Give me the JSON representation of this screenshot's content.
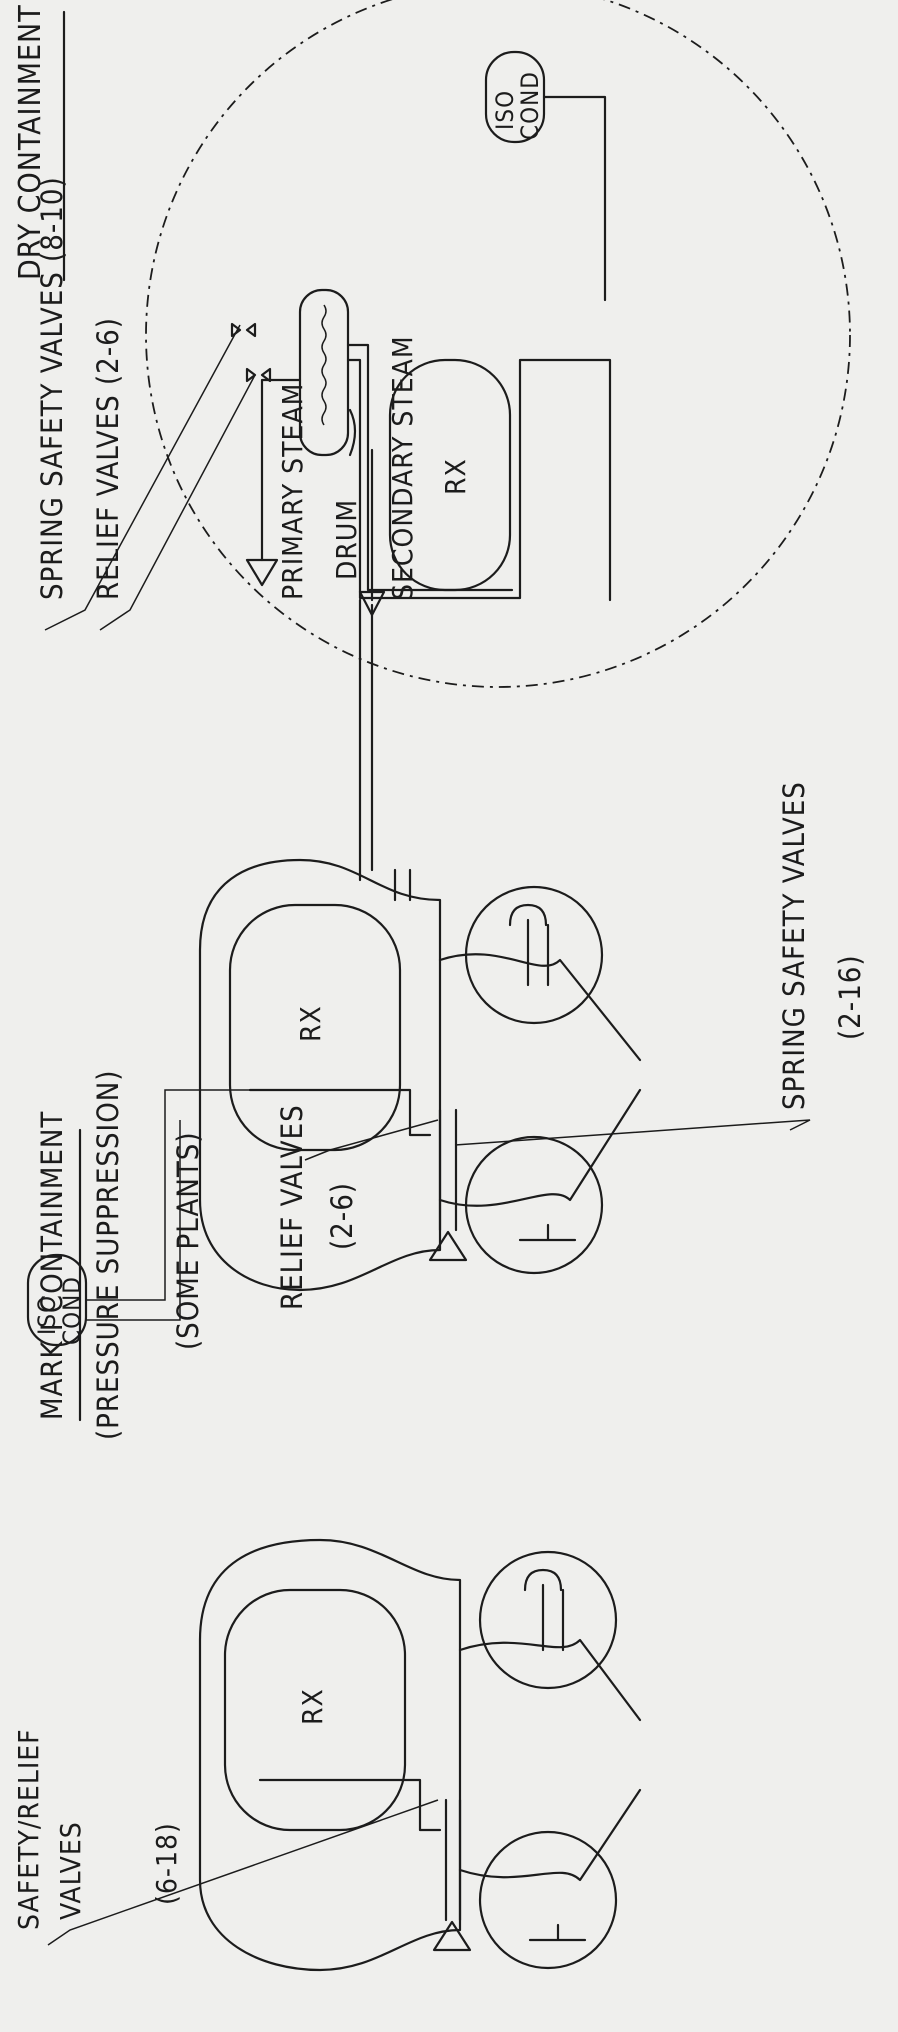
{
  "dry": {
    "title": "DRY CONTAINMENT",
    "spring_safety": "SPRING SAFETY VALVES (8-10)",
    "relief": "RELIEF VALVES (2-6)",
    "primary_steam": "PRIMARY STEAM",
    "drum": "DRUM",
    "secondary_steam": "SECONDARY STEAM",
    "rx": "RX",
    "iso_cond_1": "ISO",
    "iso_cond_2": "COND"
  },
  "mark1_iso": {
    "title": "MARK I CONTAINMENT",
    "subtitle": "(PRESSURE SUPPRESSION)",
    "some_plants": "(SOME PLANTS)",
    "relief": "RELIEF VALVES",
    "relief_count": "(2-6)",
    "spring_safety": "SPRING SAFETY VALVES",
    "spring_count": "(2-16)",
    "rx": "RX",
    "iso_cond_1": "ISO",
    "iso_cond_2": "COND"
  },
  "mark1_srv": {
    "safety_relief_1": "SAFETY/RELIEF",
    "safety_relief_2": "VALVES",
    "count": "(6-18)",
    "rx": "RX"
  },
  "colors": {
    "ink": "#1c1c1c",
    "paper": "#efefed"
  }
}
